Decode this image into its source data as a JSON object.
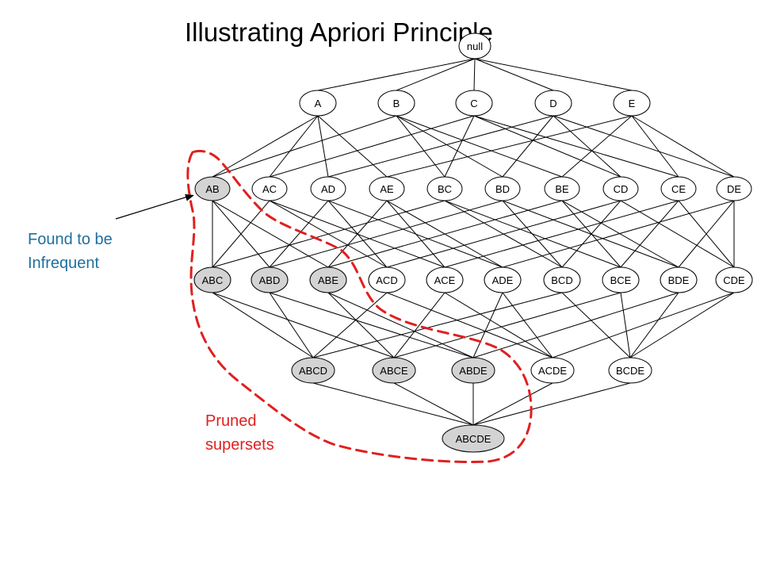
{
  "title": "Illustrating Apriori Principle",
  "colors": {
    "frequent_fill": "#ffffff",
    "pruned_fill": "#d3d3d3",
    "edge": "#000000",
    "annotation_found": "#1f6f9f",
    "annotation_pruned": "#e02020",
    "pruned_boundary": "#e02020"
  },
  "annotations": {
    "found": {
      "lines": [
        "Found to be",
        "Infrequent"
      ]
    },
    "pruned": {
      "lines": [
        "Pruned",
        "supersets"
      ]
    }
  },
  "lattice": {
    "items": [
      "A",
      "B",
      "C",
      "D",
      "E"
    ],
    "null_label": "null",
    "levels": [
      [
        "null"
      ],
      [
        "A",
        "B",
        "C",
        "D",
        "E"
      ],
      [
        "AB",
        "AC",
        "AD",
        "AE",
        "BC",
        "BD",
        "BE",
        "CD",
        "CE",
        "DE"
      ],
      [
        "ABC",
        "ABD",
        "ABE",
        "ACD",
        "ACE",
        "ADE",
        "BCD",
        "BCE",
        "BDE",
        "CDE"
      ],
      [
        "ABCD",
        "ABCE",
        "ABDE",
        "ACDE",
        "BCDE"
      ],
      [
        "ABCDE"
      ]
    ],
    "infrequent": [
      "AB"
    ],
    "pruned": [
      "ABC",
      "ABD",
      "ABE",
      "ABCD",
      "ABCE",
      "ABDE",
      "ABCDE"
    ]
  }
}
